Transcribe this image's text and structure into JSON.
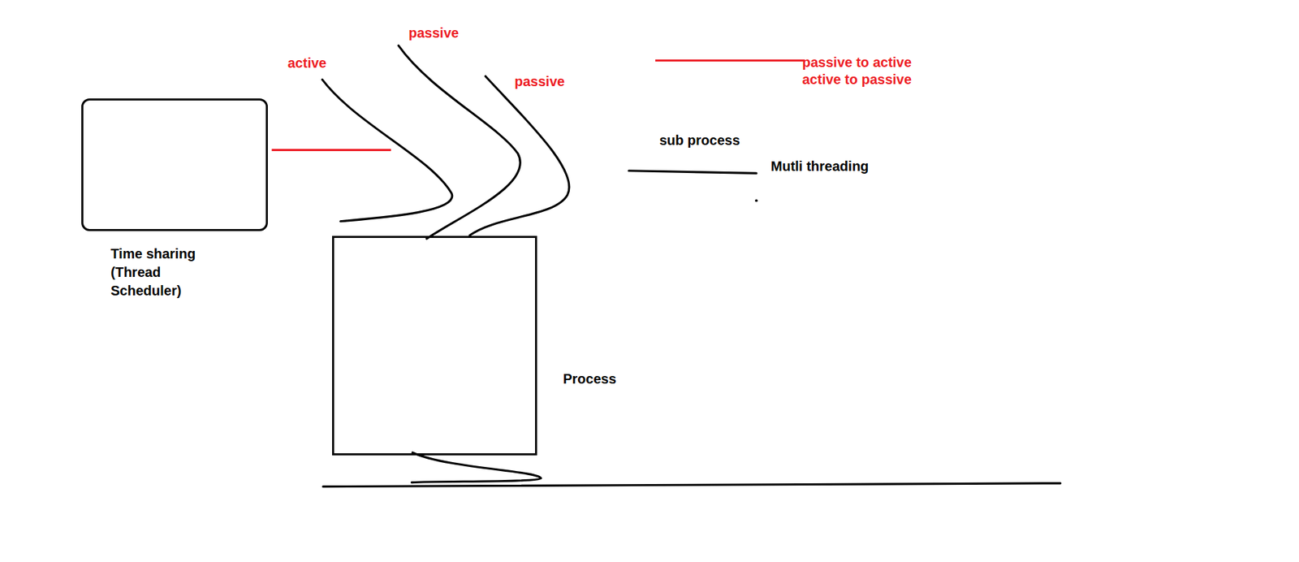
{
  "diagram": {
    "nodes": [
      {
        "text": [
          "Time sharing (Thread Scheduler)"
        ]
      },
      {
        "text": [
          "Process"
        ]
      }
    ],
    "labels": [
      "active",
      "passive",
      "passive",
      "passive to active",
      "active to passive",
      "sub process",
      "Mutli threading"
    ]
  }
}
